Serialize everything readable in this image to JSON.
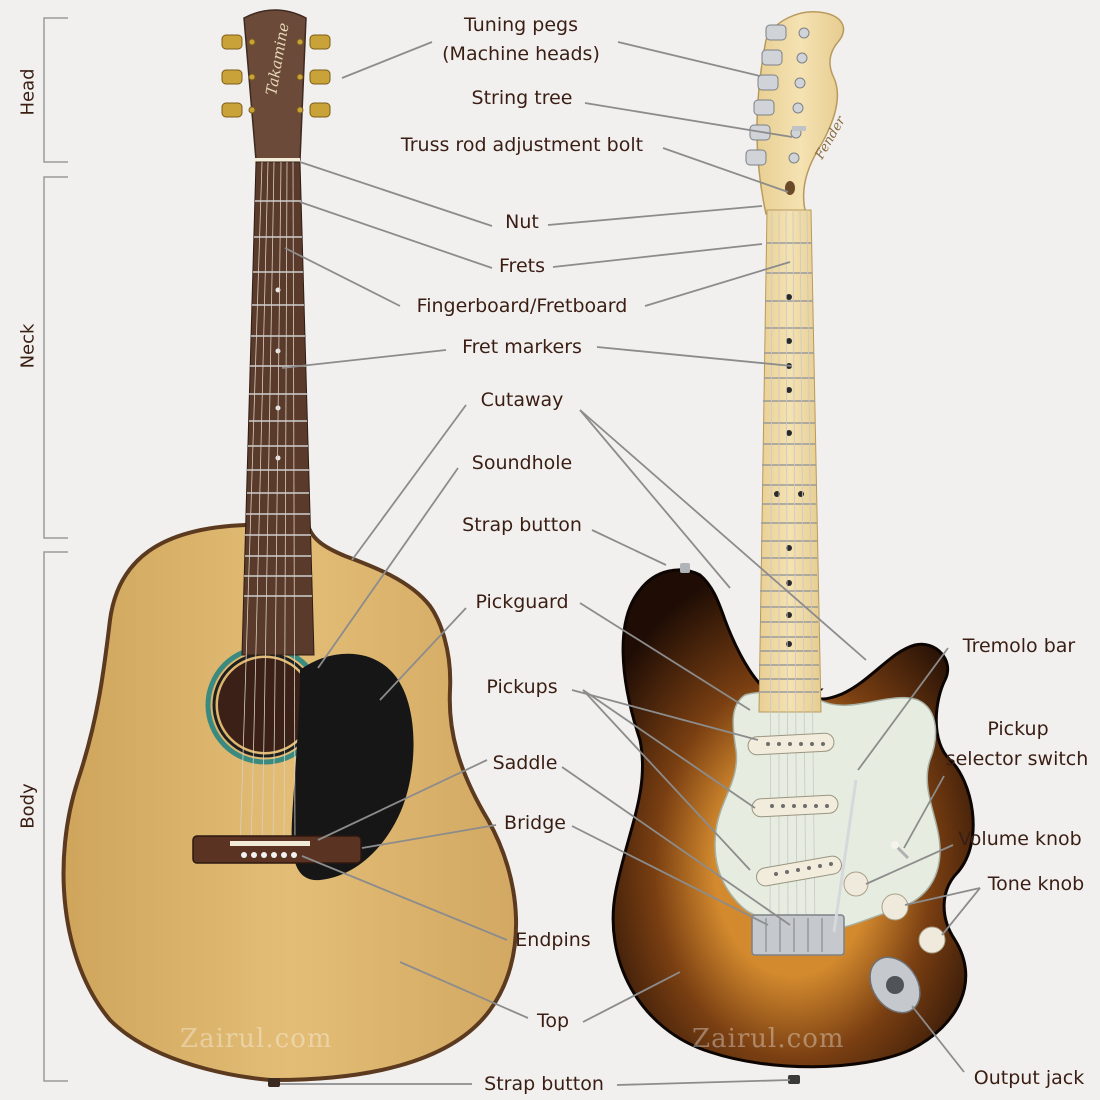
{
  "sections": {
    "head": "Head",
    "neck": "Neck",
    "body": "Body"
  },
  "labels": {
    "tuning_pegs_1": "Tuning pegs",
    "tuning_pegs_2": "(Machine heads)",
    "string_tree": "String tree",
    "truss_rod": "Truss rod adjustment bolt",
    "nut": "Nut",
    "frets": "Frets",
    "fingerboard": "Fingerboard/Fretboard",
    "fret_markers": "Fret markers",
    "cutaway": "Cutaway",
    "soundhole": "Soundhole",
    "strap_button_top": "Strap button",
    "pickguard": "Pickguard",
    "pickups": "Pickups",
    "saddle": "Saddle",
    "bridge": "Bridge",
    "endpins": "Endpins",
    "top": "Top",
    "strap_button_bottom": "Strap button",
    "tremolo_bar": "Tremolo bar",
    "pickup_selector_1": "Pickup",
    "pickup_selector_2": "selector switch",
    "volume_knob": "Volume knob",
    "tone_knob": "Tone knob",
    "output_jack": "Output jack"
  },
  "logos": {
    "acoustic_headstock": "Takamine",
    "electric_headstock": "Fender"
  },
  "watermark": "Zairul.com",
  "colors": {
    "background": "#f1f0ee",
    "text": "#3a1e14",
    "leader": "#8c8c8c",
    "spruce_top": "#dcb56d",
    "rosewood": "#5a3a2a",
    "pickguard_black": "#161616",
    "maple": "#f0dca6",
    "sunburst_dark": "#1f0d05",
    "sunburst_mid": "#7a3f12",
    "mint_pickguard": "#e6ece0"
  }
}
